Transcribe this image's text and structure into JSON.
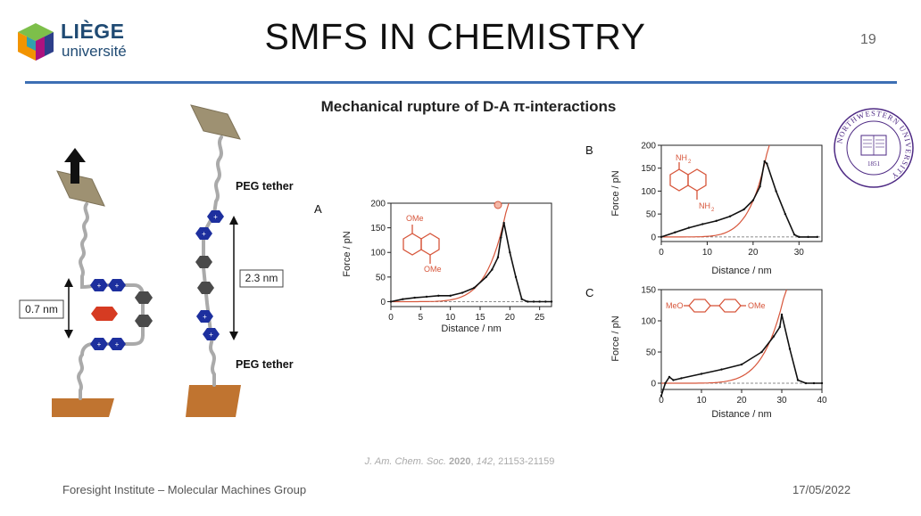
{
  "header": {
    "logo": {
      "line1": "LIÈGE",
      "line2": "université"
    },
    "title": "SMFS IN CHEMISTRY",
    "page_number": "19",
    "subtitle": "Mechanical rupture of D-A π-interactions"
  },
  "seal": {
    "text": "NORTHWESTERN UNIVERSITY",
    "year": "1851"
  },
  "schematic": {
    "left_distance": "0.7 nm",
    "right_distance": "2.3 nm",
    "peg_top": "PEG tether",
    "peg_bottom": "PEG tether"
  },
  "plots": [
    {
      "panel_label": "A",
      "molecule_labels": [
        "OMe",
        "OMe"
      ],
      "xlabel": "Distance / nm",
      "ylabel": "Force / pN",
      "xticks": [
        "0",
        "5",
        "10",
        "15",
        "20",
        "25"
      ],
      "yticks": [
        "0",
        "50",
        "100",
        "150",
        "200"
      ]
    },
    {
      "panel_label": "B",
      "molecule_labels": [
        "NH",
        "2",
        "NH",
        "2"
      ],
      "xlabel": "Distance / nm",
      "ylabel": "Force / pN",
      "xticks": [
        "0",
        "10",
        "20",
        "30"
      ],
      "yticks": [
        "0",
        "50",
        "100",
        "150",
        "200"
      ]
    },
    {
      "panel_label": "C",
      "molecule_labels": [
        "MeO",
        "OMe"
      ],
      "xlabel": "Distance / nm",
      "ylabel": "Force / pN",
      "xticks": [
        "0",
        "10",
        "20",
        "30",
        "40"
      ],
      "yticks": [
        "0",
        "50",
        "100",
        "150"
      ]
    }
  ],
  "chart_data": [
    {
      "type": "line",
      "xlabel": "Distance / nm",
      "ylabel": "Force / pN",
      "xlim": [
        0,
        27
      ],
      "ylim": [
        -10,
        200
      ],
      "x": [
        0,
        2,
        4,
        6,
        8,
        10,
        12,
        14,
        16,
        17,
        18,
        18.5,
        19,
        20,
        21,
        22,
        23,
        24,
        25,
        26,
        27
      ],
      "y": [
        0,
        5,
        8,
        10,
        12,
        12,
        18,
        28,
        50,
        65,
        90,
        130,
        160,
        100,
        50,
        5,
        0,
        0,
        0,
        0,
        0
      ]
    },
    {
      "type": "line",
      "xlabel": "Distance / nm",
      "ylabel": "Force / pN",
      "xlim": [
        0,
        35
      ],
      "ylim": [
        -10,
        200
      ],
      "x": [
        0,
        3,
        6,
        9,
        12,
        15,
        18,
        20,
        21.5,
        22.5,
        23,
        25,
        27,
        29,
        30,
        32,
        34
      ],
      "y": [
        0,
        10,
        20,
        28,
        35,
        45,
        60,
        80,
        110,
        165,
        160,
        100,
        50,
        5,
        0,
        0,
        0
      ]
    },
    {
      "type": "line",
      "xlabel": "Distance / nm",
      "ylabel": "Force / pN",
      "xlim": [
        0,
        40
      ],
      "ylim": [
        -10,
        150
      ],
      "x": [
        0,
        1,
        2,
        3,
        5,
        10,
        15,
        20,
        25,
        28,
        29.5,
        30,
        32,
        34,
        36,
        38,
        40
      ],
      "y": [
        -20,
        0,
        10,
        5,
        8,
        15,
        22,
        30,
        50,
        75,
        90,
        110,
        55,
        5,
        0,
        0,
        0
      ]
    }
  ],
  "citation": {
    "journal": "J. Am. Chem. Soc.",
    "year": "2020",
    "volume": "142",
    "pages": "21153-21159"
  },
  "footer": {
    "left": "Foresight Institute – Molecular Machines Group",
    "right": "17/05/2022"
  },
  "colors": {
    "accent": "#3d6fb4",
    "fit_curve": "#d7563b",
    "tether": "#aaaaaa",
    "surface": "#c07430",
    "cantilever": "#9e9172",
    "node_blue": "#1d2f9e",
    "node_dark": "#4a4a4a",
    "acceptor": "#d63b22"
  }
}
